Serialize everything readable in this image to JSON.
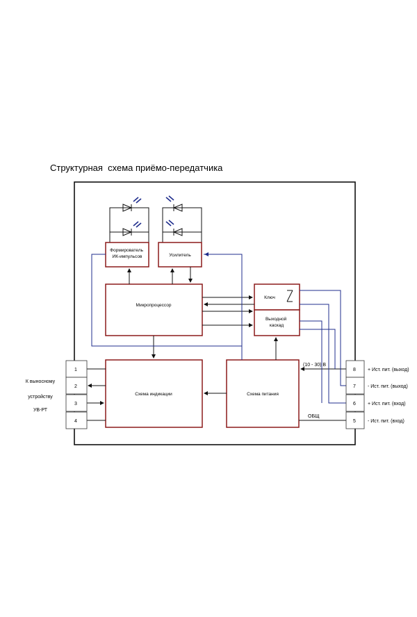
{
  "title": "Структурная  схема приёмо-передатчика",
  "blocks": {
    "formirovatel": "Формирователь\nИК-импульсов",
    "usilitel": "Усилитель",
    "mikroprocessor": "Микропроцессор",
    "klyuch": "Ключ",
    "vyhodnoy": "Выходной\nкаскад",
    "indikaciya": "Схема индикации",
    "pitanie": "Схема питания"
  },
  "left_pins": [
    "1",
    "2",
    "3",
    "4"
  ],
  "left_label": [
    "К выносному",
    "устройству",
    "УВ-РТ"
  ],
  "right_pins": [
    {
      "num": "8",
      "label": "+ Ист. пит. (выход)"
    },
    {
      "num": "7",
      "label": "- Ист. пит. (выход)"
    },
    {
      "num": "6",
      "label": "+ Ист. пит. (вход)"
    },
    {
      "num": "5",
      "label": "- Ист. пит. (вход)"
    }
  ],
  "labels": {
    "voltage": "(10 - 30) В",
    "common": "ОБЩ"
  },
  "colors": {
    "block_border": "#8b1a1a",
    "signal_line": "#1f2d8c",
    "frame": "#111111",
    "led": "#1f2d8c"
  }
}
